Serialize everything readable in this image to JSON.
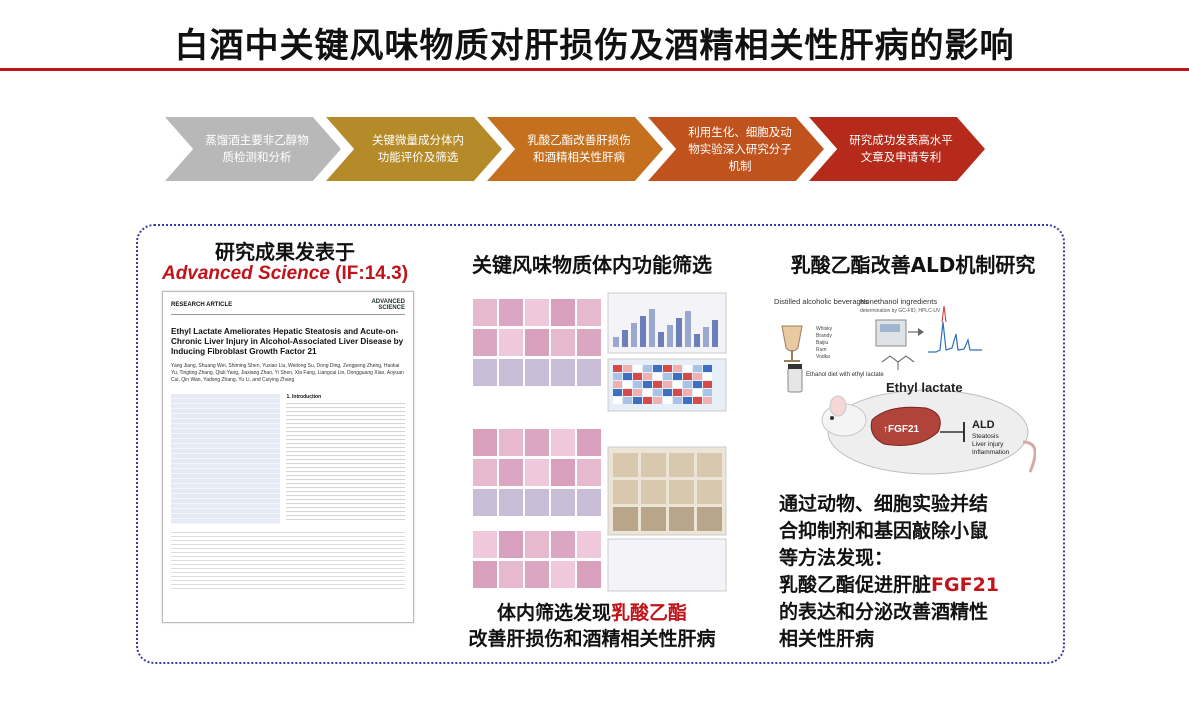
{
  "title": "白酒中关键风味物质对肝损伤及酒精相关性肝病的影响",
  "steps": [
    {
      "line1": "蒸馏酒主要非乙醇物",
      "line2": "质检测和分析",
      "line3": "",
      "color": "#b8b8b8"
    },
    {
      "line1": "关键微量成分体内",
      "line2": "功能评价及筛选",
      "line3": "",
      "color": "#b58b2a"
    },
    {
      "line1": "乳酸乙酯改善肝损伤",
      "line2": "和酒精相关性肝病",
      "line3": "",
      "color": "#c5701e"
    },
    {
      "line1": "利用生化、细胞及动",
      "line2": "物实验深入研究分子",
      "line3": "机制",
      "color": "#c0521d"
    },
    {
      "line1": "研究成功发表高水平",
      "line2": "文章及申请专利",
      "line3": "",
      "color": "#b52a1a"
    }
  ],
  "left": {
    "heading": "研究成果发表于",
    "journal": "Advanced Science",
    "impact": " (IF:14.3)",
    "paper": {
      "section": "RESEARCH ARTICLE",
      "logo_line1": "ADVANCED",
      "logo_line2": "SCIENCE",
      "title": "Ethyl Lactate Ameliorates Hepatic Steatosis and Acute-on-Chronic Liver Injury in Alcohol-Associated Liver Disease by Inducing Fibroblast Growth Factor 21",
      "authors": "Yang Jiang, Shuang Wei, Shiming Shen, Yuxiao Liu, Weitong Su, Dong Ding, Zengpeng Zheng, Haokai Yu, Tingting Zhang, Qiuli Yang, Jiaxiang Zhao, Yi Shen, Xia Fang, Liangcai Lin, Dongguang Xiao, Aoyuan Cui, Qin Wan, Yadong Zhang, Yu Li, and Cuiying Zhang",
      "intro_heading": "1. Introduction"
    }
  },
  "center": {
    "heading": "关键风味物质体内功能筛选",
    "caption_line1_a": "体内筛选发现",
    "caption_line1_b": "乳酸乙酯",
    "caption_line2": "改善肝损伤和酒精相关性肝病"
  },
  "right": {
    "heading": "乳酸乙酯改善ALD机制研究",
    "illus": {
      "beverages": "Distilled alcoholic beverages",
      "drinks": [
        "Whisky",
        "Brandy",
        "Baijiu",
        "Rum",
        "Vodka"
      ],
      "nonethanol": "Nonethanol ingredients",
      "determination": "determination by GC-FID, HPLC-UV",
      "ethyl_lactate": "Ethyl lactate",
      "diet": "Ethanol diet with ethyl lactate",
      "fgf21": "↑FGF21",
      "ald": "ALD",
      "effects": [
        "Steatosis",
        "Liver injury",
        "Inflammation"
      ]
    },
    "text_line1": "通过动物、细胞实验并结",
    "text_line2": "合抑制剂和基因敲除小鼠",
    "text_line3": "等方法发现：",
    "text_line4_a": "乳酸乙酯促进肝脏",
    "text_line4_b": "FGF21",
    "text_line5": "的表达和分泌改善酒精性",
    "text_line6": "相关性肝病"
  }
}
